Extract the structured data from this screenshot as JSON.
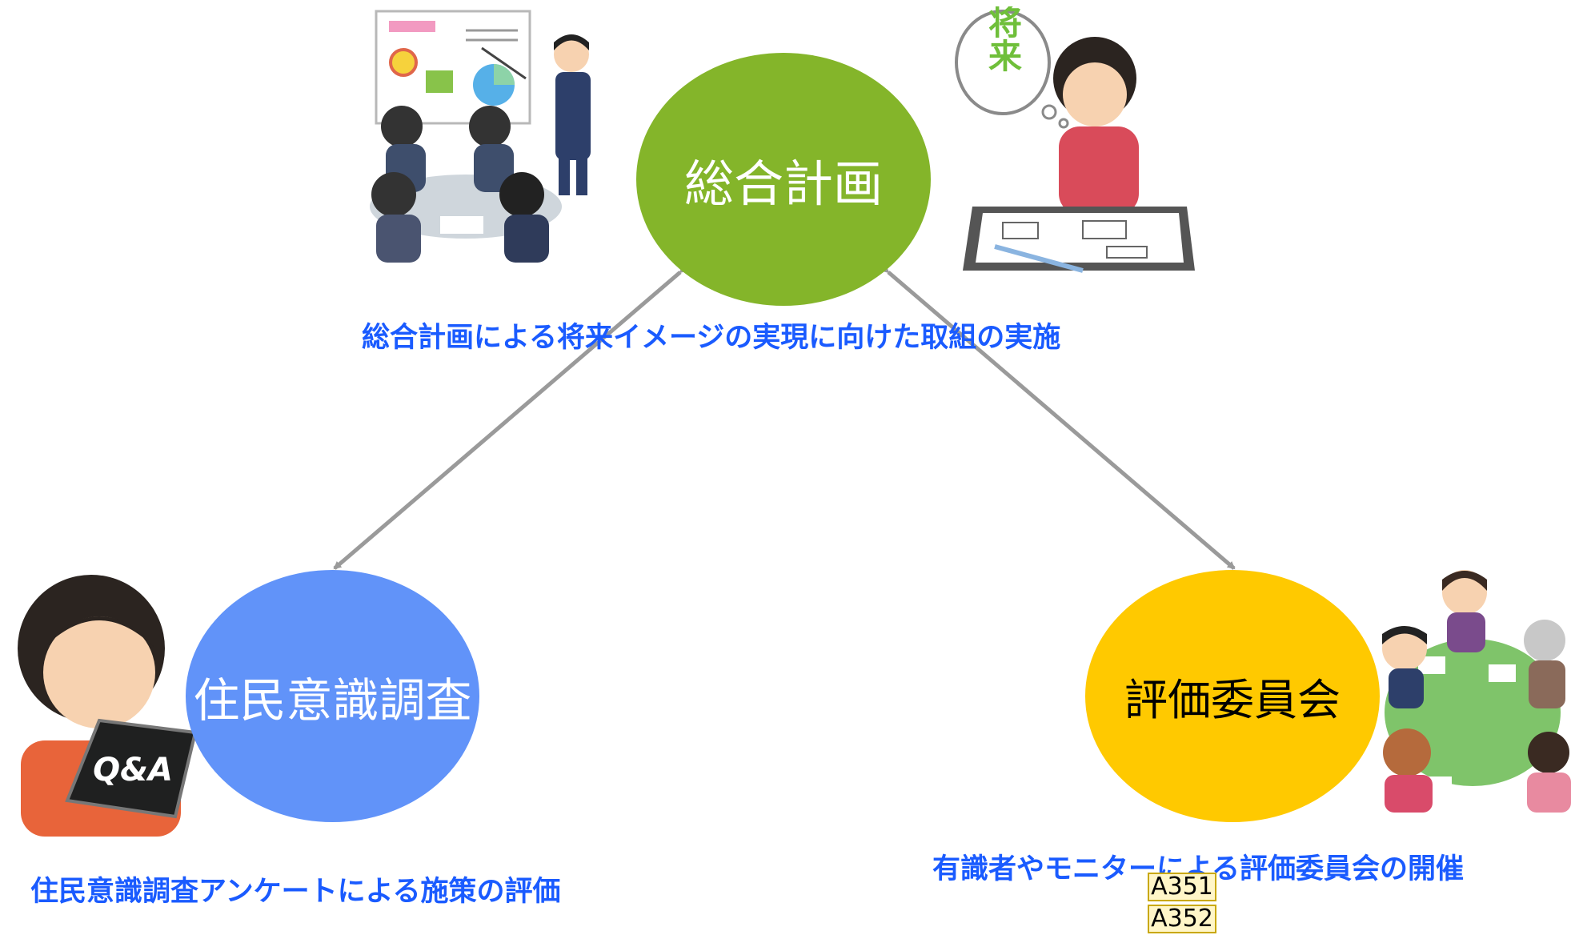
{
  "colors": {
    "plan": "#84b52a",
    "survey": "#6193f9",
    "evaluation": "#ffc900",
    "caption_text": "#1a5bff",
    "arrow": "#9a9a9a"
  },
  "nodes": {
    "plan": "総合計画",
    "survey": "住民意識調査",
    "evaluation": "評価委員会"
  },
  "captions": {
    "plan": "総合計画による将来イメージの実現に向けた取組の実施",
    "survey": "住民意識調査アンケートによる施策の評価",
    "evaluation": "有識者やモニターによる評価委員会の開催"
  },
  "illustrations": {
    "presentation": "meeting-presentation-illustration",
    "thinking": "woman-planning-future-illustration",
    "thought_bubble_text": "将来",
    "qa": "woman-questionnaire-illustration",
    "qa_board_text": "Q&A",
    "meeting": "committee-meeting-illustration"
  },
  "tags": [
    "A351",
    "A352"
  ]
}
